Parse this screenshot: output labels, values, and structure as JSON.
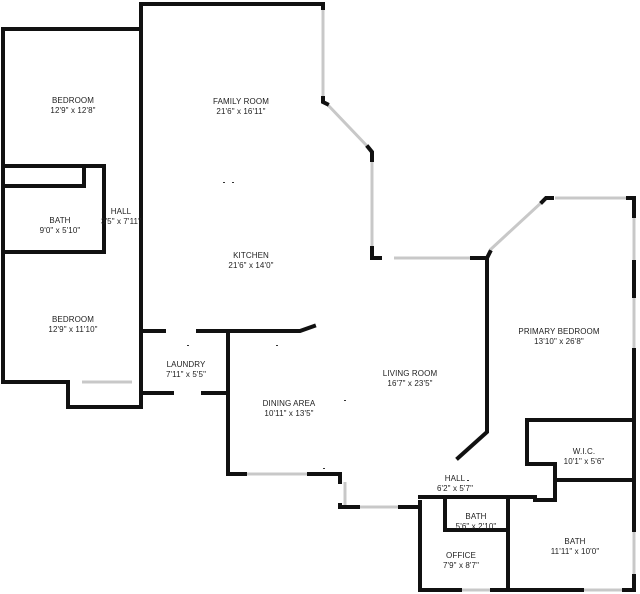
{
  "colors": {
    "wall": "#111111",
    "window": "#c8c8c8",
    "background": "#ffffff",
    "text": "#222222"
  },
  "rooms": {
    "bedroom_upper": {
      "name": "BEDROOM",
      "dims": "12'9\" x 12'8\""
    },
    "bath_left": {
      "name": "BATH",
      "dims": "9'0\" x 5'10\""
    },
    "hall_left": {
      "name": "HALL",
      "dims": "3'5\" x 7'11\""
    },
    "bedroom_lower": {
      "name": "BEDROOM",
      "dims": "12'9\" x 11'10\""
    },
    "family_room": {
      "name": "FAMILY ROOM",
      "dims": "21'6\" x 16'11\""
    },
    "kitchen": {
      "name": "KITCHEN",
      "dims": "21'6\" x 14'0\""
    },
    "laundry": {
      "name": "LAUNDRY",
      "dims": "7'11\" x 5'5\""
    },
    "dining_area": {
      "name": "DINING AREA",
      "dims": "10'11\" x 13'5\""
    },
    "living_room": {
      "name": "LIVING ROOM",
      "dims": "16'7\" x 23'5\""
    },
    "primary_bedroom": {
      "name": "PRIMARY BEDROOM",
      "dims": "13'10\" x 26'8\""
    },
    "wic": {
      "name": "W.I.C.",
      "dims": "10'1\" x 5'6\""
    },
    "hall_center": {
      "name": "HALL",
      "dims": "6'2\" x 5'7\""
    },
    "bath_small": {
      "name": "BATH",
      "dims": "5'6\" x 2'10\""
    },
    "office": {
      "name": "OFFICE",
      "dims": "7'9\" x 8'7\""
    },
    "bath_primary": {
      "name": "BATH",
      "dims": "11'11\" x 10'0\""
    }
  }
}
